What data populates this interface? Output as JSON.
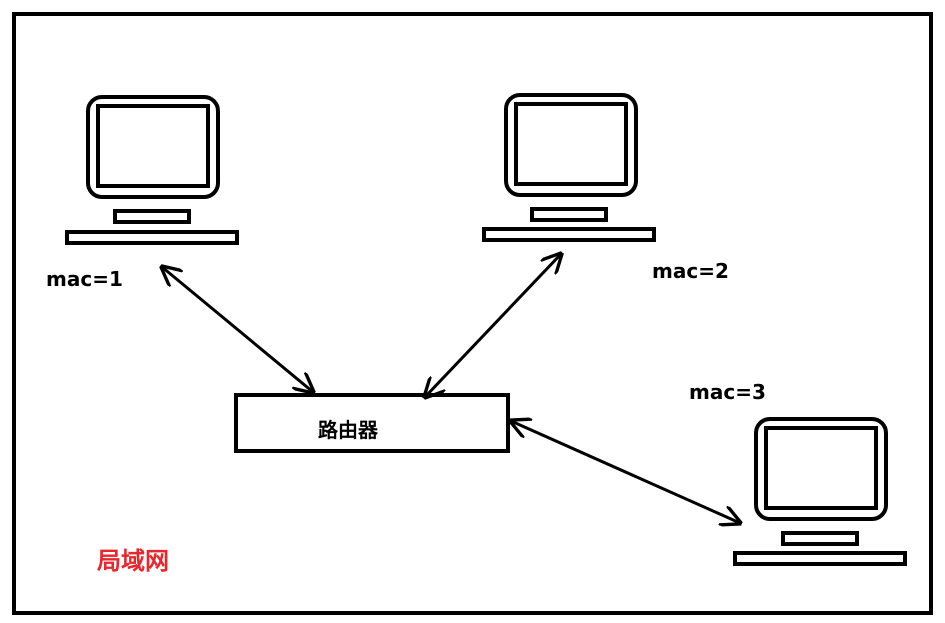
{
  "diagram": {
    "computers": [
      {
        "id": "pc1",
        "mac_label": "mac=1"
      },
      {
        "id": "pc2",
        "mac_label": "mac=2"
      },
      {
        "id": "pc3",
        "mac_label": "mac=3"
      }
    ],
    "router_label": "路由器",
    "lan_label": "局域网",
    "colors": {
      "stroke": "#000000",
      "background": "#ffffff",
      "lan_label": "#e8262b"
    },
    "links": [
      {
        "from": "pc1",
        "to": "router",
        "bidirectional": true
      },
      {
        "from": "pc2",
        "to": "router",
        "bidirectional": true
      },
      {
        "from": "pc3",
        "to": "router",
        "bidirectional": true
      }
    ]
  }
}
